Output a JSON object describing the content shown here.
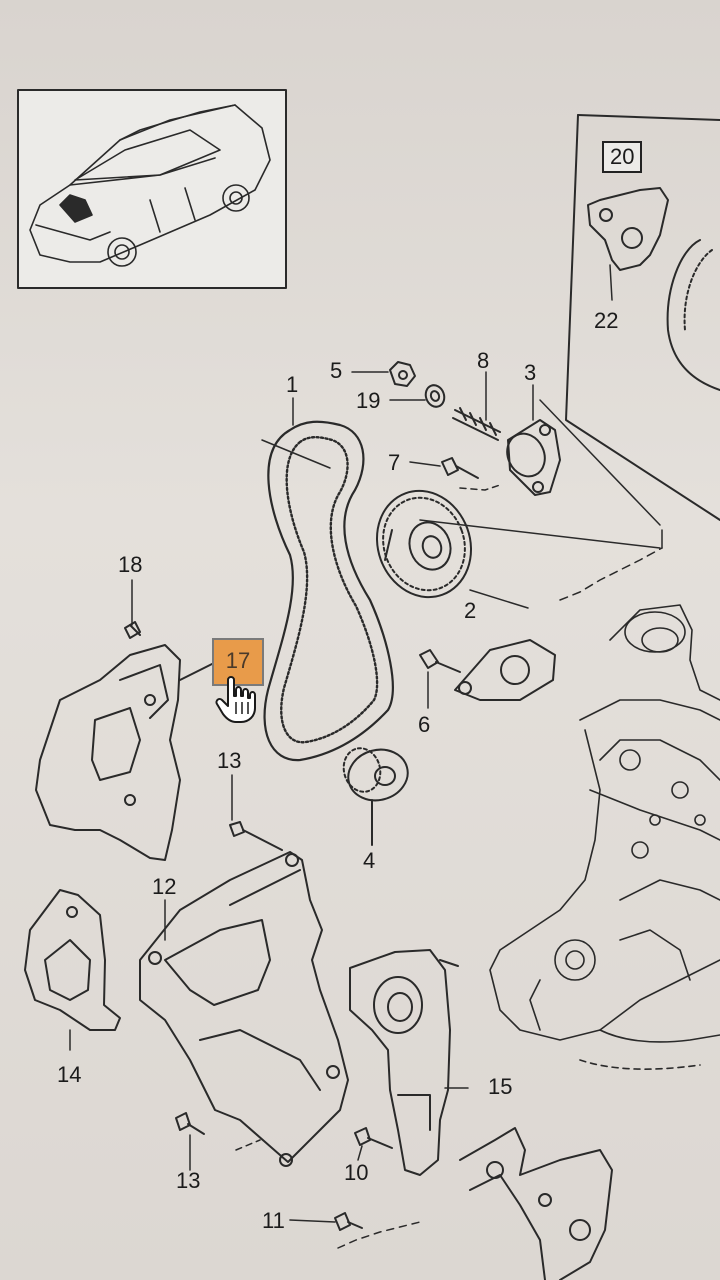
{
  "callouts": [
    {
      "id": "1",
      "label": "1"
    },
    {
      "id": "2",
      "label": "2"
    },
    {
      "id": "3",
      "label": "3"
    },
    {
      "id": "4",
      "label": "4"
    },
    {
      "id": "5",
      "label": "5"
    },
    {
      "id": "6",
      "label": "6"
    },
    {
      "id": "7",
      "label": "7"
    },
    {
      "id": "8",
      "label": "8"
    },
    {
      "id": "10",
      "label": "10"
    },
    {
      "id": "11",
      "label": "11"
    },
    {
      "id": "12",
      "label": "12"
    },
    {
      "id": "13a",
      "label": "13"
    },
    {
      "id": "13b",
      "label": "13"
    },
    {
      "id": "14",
      "label": "14"
    },
    {
      "id": "15",
      "label": "15"
    },
    {
      "id": "17",
      "label": "17"
    },
    {
      "id": "18",
      "label": "18"
    },
    {
      "id": "19",
      "label": "19"
    },
    {
      "id": "20",
      "label": "20"
    },
    {
      "id": "22",
      "label": "22"
    }
  ],
  "colors": {
    "line": "#2a2a2a",
    "highlight": "#e89b4a",
    "background": "#dedad5"
  },
  "icons": {
    "cursor": "hand-pointer-icon",
    "vehicle": "car-icon"
  }
}
